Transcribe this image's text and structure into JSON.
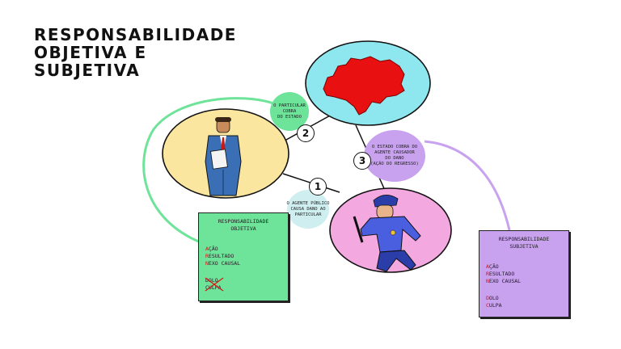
{
  "title": {
    "lines": [
      "RESPONSABILIDADE",
      "OBJETIVA E",
      "SUBJETIVA"
    ]
  },
  "steps": [
    {
      "number": "1",
      "text": [
        "O AGENTE PÚBLICO",
        "CAUSA DANO AO",
        "PARTICULAR"
      ]
    },
    {
      "number": "2",
      "text": [
        "O PARTICULAR",
        "COBRA",
        "DO ESTADO"
      ]
    },
    {
      "number": "3",
      "text": [
        "O ESTADO COBRA DO",
        "AGENTE CAUSADOR",
        "DO DANO",
        "(AÇÃO DO REGRESSO)"
      ]
    }
  ],
  "boxes": {
    "objetiva": {
      "title": [
        "RESPONSABILIDADE",
        "OBJETIVA"
      ],
      "items": [
        {
          "initial": "A",
          "rest": "ÇÃO"
        },
        {
          "initial": "R",
          "rest": "ESULTADO"
        },
        {
          "initial": "N",
          "rest": "EXO CAUSAL"
        }
      ],
      "crossed": [
        {
          "initial": "D",
          "rest": "OLO"
        },
        {
          "initial": "C",
          "rest": "ULPA"
        }
      ]
    },
    "subjetiva": {
      "title": [
        "RESPONSABILIDADE",
        "SUBJETIVA"
      ],
      "items": [
        {
          "initial": "A",
          "rest": "ÇÃO"
        },
        {
          "initial": "R",
          "rest": "ESULTADO"
        },
        {
          "initial": "N",
          "rest": "EXO CAUSAL"
        }
      ],
      "extra": [
        {
          "initial": "D",
          "rest": "OLO"
        },
        {
          "initial": "C",
          "rest": "ULPA"
        }
      ]
    }
  },
  "colors": {
    "map_circle": "#8ee6ee",
    "state_fill": "#e81010",
    "citizen_circle": "#fbe6a0",
    "police_circle": "#f4a8e0",
    "green": "#6ee39a",
    "purple": "#c9a2ef",
    "blob_blue": "#cfeef0",
    "accent_red": "#e01010"
  },
  "icons": [
    "state-map-icon",
    "businessman-icon",
    "police-officer-icon"
  ]
}
